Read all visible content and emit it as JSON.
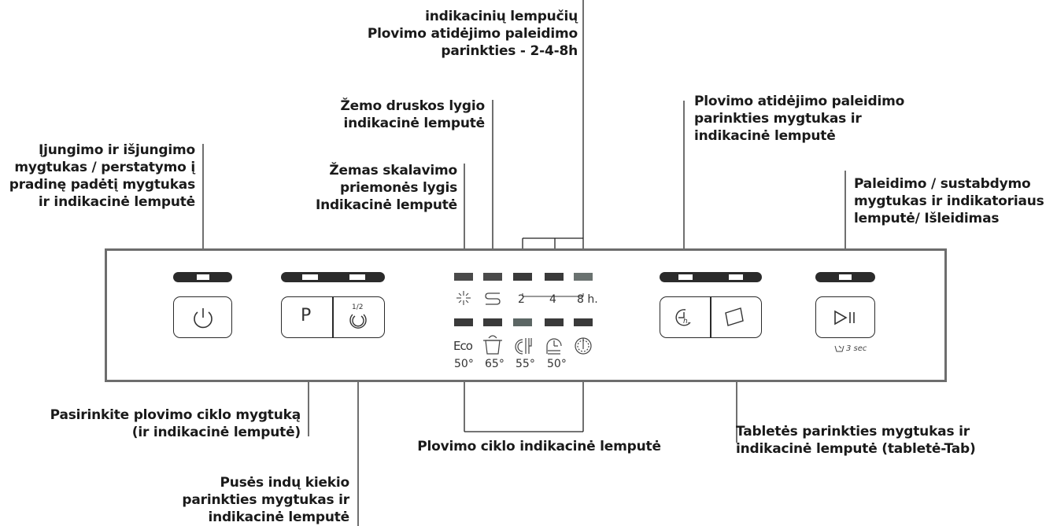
{
  "callouts": {
    "delay_indicators": [
      "indikacinių lempučių",
      "Plovimo atidėjimo paleidimo",
      "parinkties - 2-4-8h"
    ],
    "low_salt": [
      "Žemo druskos lygio",
      "indikacinė lemputė"
    ],
    "low_rinse": [
      "Žemas skalavimo",
      "priemonės lygis",
      "Indikacinė lemputė"
    ],
    "power": [
      "Įjungimo ir išjungimo",
      "mygtukas / perstatymo į",
      "pradinę padėtį mygtukas",
      "ir indikacinė lemputė"
    ],
    "delay_button": [
      "Plovimo atidėjimo paleidimo",
      "parinkties mygtukas ir",
      "indikacinė lemputė"
    ],
    "start_pause": [
      "Paleidimo / sustabdymo",
      "mygtukas ir indikatoriaus",
      "lemputė/ Išleidimas"
    ],
    "program": [
      "Pasirinkite plovimo ciklo mygtuką",
      "(ir indikacinė lemputė)"
    ],
    "wash_cycle": [
      "Plovimo ciklo indikacinė lemputė"
    ],
    "tablet": [
      "Tabletės parinkties mygtukas ir",
      "indikacinė lemputė (tabletė-Tab)"
    ],
    "half_load": [
      "Pusės indų kiekio",
      "parinkties mygtukas ir",
      "indikacinė lemputė"
    ]
  },
  "panel": {
    "program_button_label": "P",
    "half_load_label": "1/2",
    "delay_hours": [
      "2",
      "4",
      "8 h."
    ],
    "programs": [
      {
        "name": "Eco",
        "temp": "50°"
      },
      {
        "name": "",
        "temp": "65°"
      },
      {
        "name": "",
        "temp": "55°"
      },
      {
        "name": "",
        "temp": "50°"
      },
      {
        "name": "",
        "temp": ""
      }
    ],
    "drain_hint": "3 sec",
    "delay_button_suffix": "h."
  }
}
